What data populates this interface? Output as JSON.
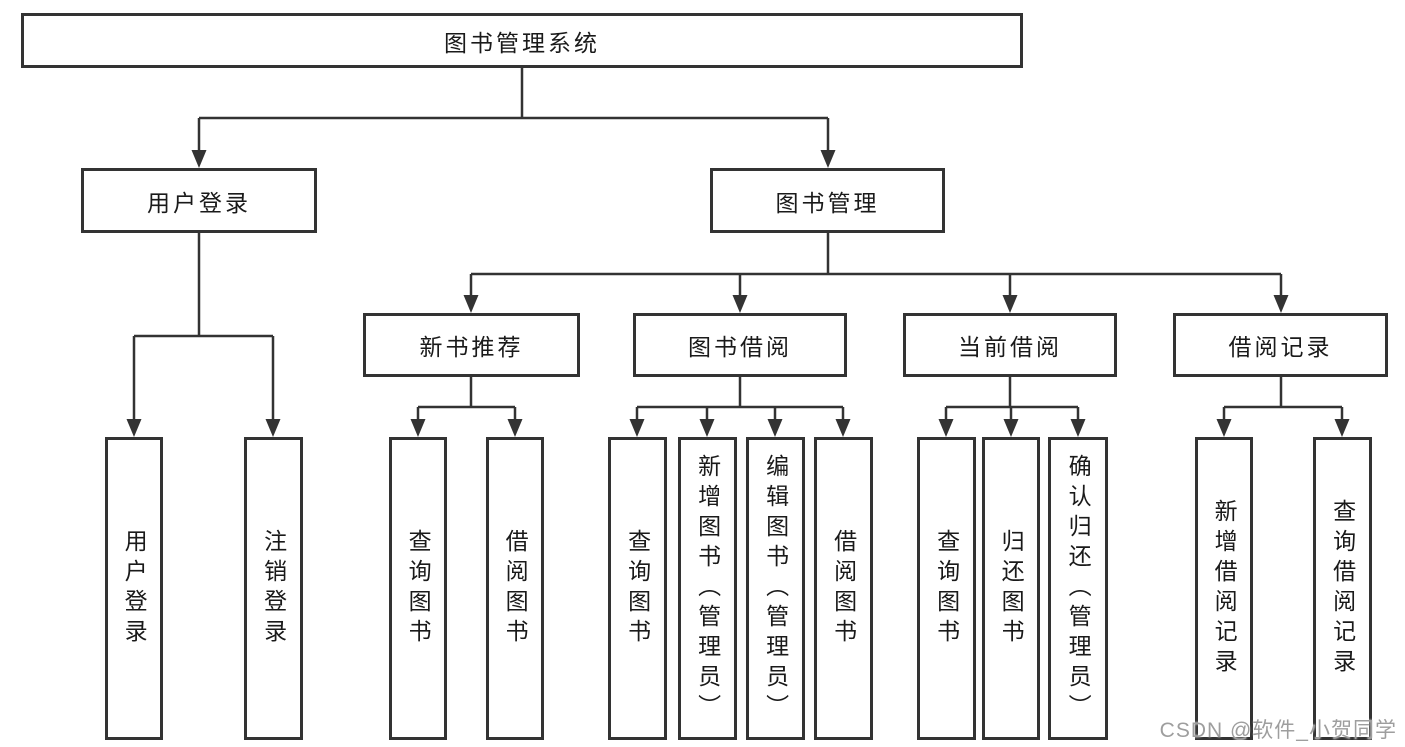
{
  "diagram": {
    "colors": {
      "line": "#333333",
      "text": "#1a1a1a",
      "background": "#ffffff",
      "watermark": "#9e9e9e"
    },
    "watermark": "CSDN @软件_小贺同学",
    "tree": {
      "root": {
        "label": "图书管理系统"
      },
      "children": [
        {
          "label": "用户登录",
          "children": [
            {
              "label": "用户登录"
            },
            {
              "label": "注销登录"
            }
          ]
        },
        {
          "label": "图书管理",
          "children": [
            {
              "label": "新书推荐",
              "children": [
                {
                  "label": "查询图书"
                },
                {
                  "label": "借阅图书"
                }
              ]
            },
            {
              "label": "图书借阅",
              "children": [
                {
                  "label": "查询图书"
                },
                {
                  "label": "新增图书（管理员）"
                },
                {
                  "label": "编辑图书（管理员）"
                },
                {
                  "label": "借阅图书"
                }
              ]
            },
            {
              "label": "当前借阅",
              "children": [
                {
                  "label": "查询图书"
                },
                {
                  "label": "归还图书"
                },
                {
                  "label": "确认归还（管理员）"
                }
              ]
            },
            {
              "label": "借阅记录",
              "children": [
                {
                  "label": "新增借阅记录"
                },
                {
                  "label": "查询借阅记录"
                }
              ]
            }
          ]
        }
      ]
    }
  }
}
